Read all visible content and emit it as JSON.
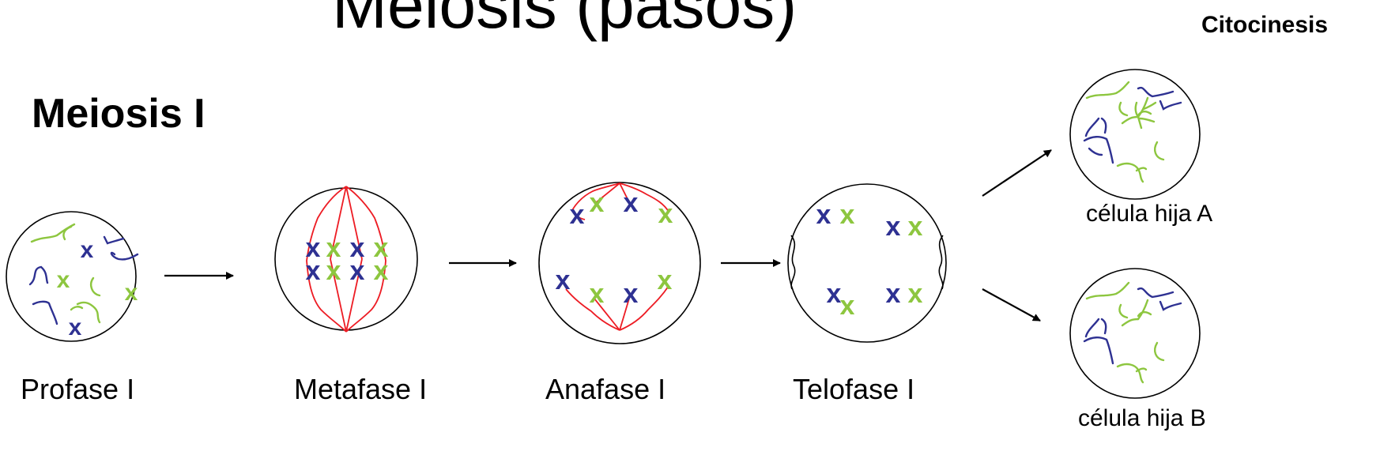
{
  "title": "Meiosis (pasos)",
  "section_title": "Meiosis I",
  "cytokinesis_title": "Citocinesis",
  "stages": [
    {
      "label": "Profase I"
    },
    {
      "label": "Metafase I"
    },
    {
      "label": "Anafase I"
    },
    {
      "label": "Telofase I"
    }
  ],
  "daughter_cells": [
    {
      "label": "célula hija A"
    },
    {
      "label": "célula hija B"
    }
  ],
  "chromosome_symbol": "x",
  "colors": {
    "chromosome_blue": "#2e3192",
    "chromosome_green": "#8dc63f",
    "spindle_red": "#ed1c24",
    "outline": "#000000"
  }
}
